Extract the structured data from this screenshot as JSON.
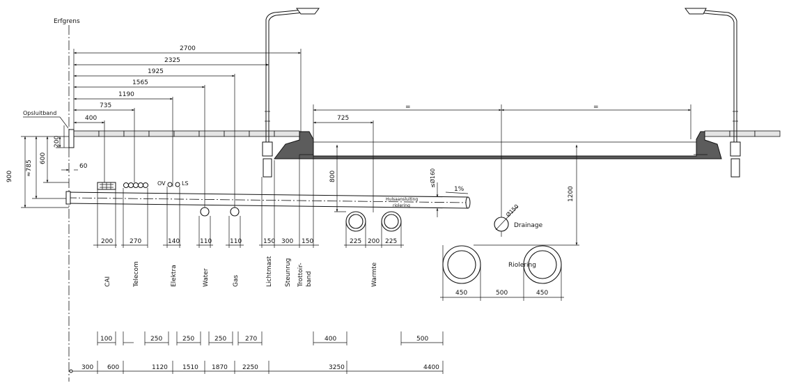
{
  "labels": {
    "erfgrens": "Erfgrens",
    "opsluitband": "Opsluitband",
    "drainage": "Drainage",
    "riolering": "Riolering",
    "huls1": "Hulsaansluiting",
    "huls2": "riolering",
    "slope": "1%",
    "diam160": "≤Ø160",
    "diam150": "Ø150",
    "ov": "OV",
    "ls": "LS",
    "equal": "="
  },
  "dims_top": [
    "2700",
    "2325",
    "1925",
    "1565",
    "1190",
    "735",
    "400",
    "725"
  ],
  "dims_left": [
    "900",
    "≈785",
    "600",
    "200",
    "60"
  ],
  "dim_800": "800",
  "dim_1200": "1200",
  "widths_row": [
    "200",
    "270",
    "140",
    "110",
    "110",
    "150",
    "300",
    "150",
    "225",
    "200",
    "225"
  ],
  "sewer_row": [
    "450",
    "500",
    "450"
  ],
  "utilities": [
    "CAI",
    "Telecom",
    "Elektra",
    "Water",
    "Gas",
    "Lichtmast",
    "Steunrug",
    "Trottoir-",
    "band",
    "Warmte"
  ],
  "spacing_row": [
    "100",
    "250",
    "250",
    "250",
    "270",
    "400",
    "500"
  ],
  "bottom_row": [
    "300",
    "600",
    "1120",
    "1510",
    "1870",
    "2250",
    "3250",
    "4400"
  ]
}
